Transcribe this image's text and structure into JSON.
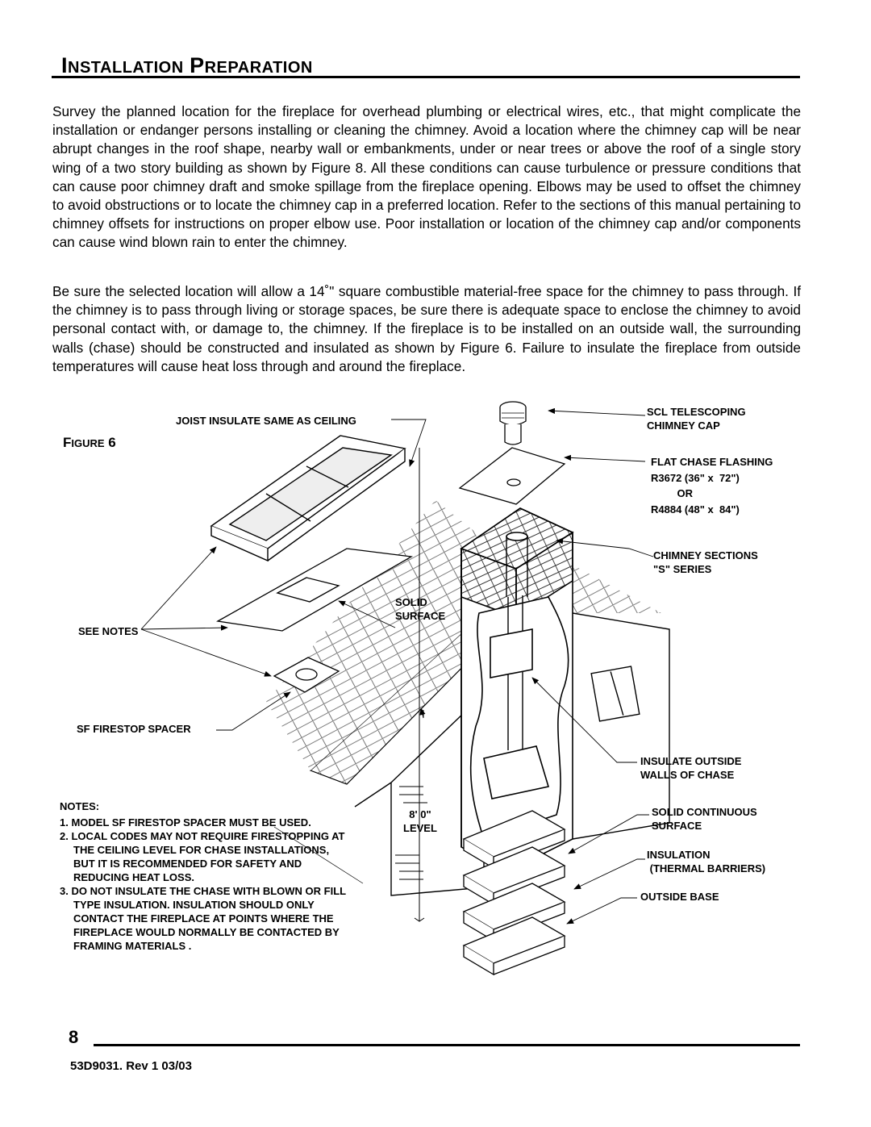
{
  "page": {
    "title_first_letter_1": "I",
    "title_rest_1": "NSTALLATION",
    "title_first_letter_2": "P",
    "title_rest_2": "REPARATION",
    "paragraph_1": "Survey the planned location for the fireplace for overhead plumbing or electrical wires, etc., that might complicate the installation or endanger persons installing or cleaning the chimney.  Avoid a location where the chimney cap will be near abrupt changes in the roof shape, nearby wall or embankments, under or near trees or above the roof of a single story wing of a two story building as shown by Figure 8.  All these conditions can cause turbulence or pressure conditions that can cause poor chimney draft and smoke spillage from the fireplace opening.  Elbows may be used to offset the chimney to avoid obstructions or to locate the chimney cap in a preferred location. Refer to the sections of this manual pertaining to chimney offsets for instructions on proper elbow use.  Poor installation or location of the chimney cap and/or components can cause wind blown rain to enter the chimney.",
    "paragraph_2": "Be sure the selected location will allow a 14˚\" square combustible material-free space for the chimney to pass through.  If the chimney is to pass through living or storage spaces, be sure there is adequate space to enclose the chimney to avoid personal contact with, or damage to, the chimney.  If the fireplace is to be installed on an outside wall, the surrounding walls (chase) should be constructed and insulated as shown by Figure 6.  Failure to insulate the fireplace from outside temperatures will cause heat loss through and around the fireplace.",
    "page_number": "8",
    "doc_number": "53D9031. Rev 1 03/03"
  },
  "figure": {
    "title_first": "F",
    "title_small": "IGURE",
    "title_num": " 6",
    "labels": {
      "joist": "JOIST INSULATE SAME AS CEILING",
      "see_notes": "SEE NOTES",
      "solid_surface": "SOLID\nSURFACE",
      "sf_firestop": "SF FIRESTOP SPACER",
      "level": "8' 0\"\nLEVEL",
      "scl_cap": "SCL TELESCOPING\nCHIMNEY CAP",
      "flashing": "FLAT CHASE FLASHING\nR3672 (36\" x  72\")\n         OR\nR4884 (48\" x  84\")",
      "chimney_sections": "CHIMNEY SECTIONS\n\"S\" SERIES",
      "insulate_outside": "INSULATE OUTSIDE\nWALLS OF CHASE",
      "solid_continuous": "SOLID CONTINUOUS\nSURFACE",
      "insulation": "INSULATION\n (THERMAL BARRIERS)",
      "outside_base": "OUTSIDE BASE"
    },
    "notes_heading": "NOTES:",
    "notes": [
      "1. MODEL SF FIRESTOP SPACER MUST BE USED.",
      "2. LOCAL CODES MAY NOT REQUIRE FIRESTOPPING AT THE CEILING LEVEL FOR CHASE INSTALLATIONS, BUT IT IS RECOMMENDED FOR SAFETY AND REDUCING HEAT LOSS.",
      "3. DO NOT INSULATE THE CHASE WITH BLOWN OR FILL TYPE INSULATION. INSULATION SHOULD ONLY CONTACT THE FIREPLACE AT POINTS WHERE THE FIREPLACE WOULD NORMALLY BE CONTACTED BY FRAMING MATERIALS ."
    ]
  }
}
